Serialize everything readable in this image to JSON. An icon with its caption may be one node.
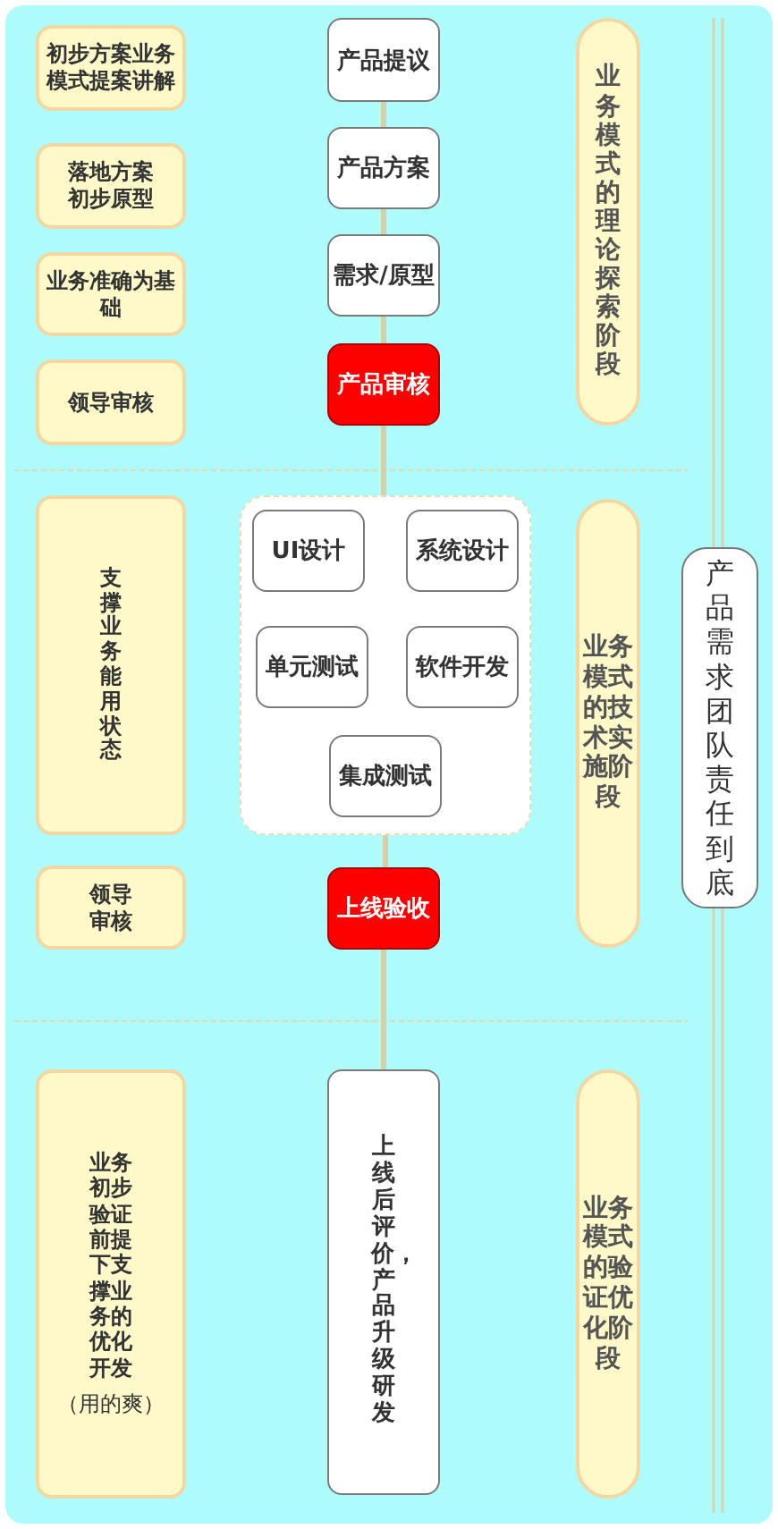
{
  "diagram": {
    "nodes": [
      {
        "text": [
          "初步方案业务模式提案讲解"
        ]
      },
      {
        "text": [
          "产品提议"
        ]
      },
      {
        "text": [
          "业务模式的理论探索阶段"
        ]
      },
      {
        "text": [
          "落地方案初步原型"
        ]
      },
      {
        "text": [
          "产品方案"
        ]
      },
      {
        "text": [
          "业务准确为基础"
        ]
      },
      {
        "text": [
          "需求/原型"
        ]
      },
      {
        "text": [
          "领导审核"
        ]
      },
      {
        "text": [
          "产品审核"
        ]
      },
      {
        "text": [
          "支撑业务能用状态"
        ]
      },
      {
        "text": [],
        "shape": "box"
      },
      {
        "text": [
          "UI设计"
        ],
        "in": 10
      },
      {
        "text": [
          "系统设计"
        ],
        "in": 10
      },
      {
        "text": [
          "单元测试"
        ],
        "in": 10
      },
      {
        "text": [
          "软件开发"
        ],
        "in": 10
      },
      {
        "text": [
          "集成测试"
        ],
        "in": 10
      },
      {
        "text": [
          "业务模式的技术实施阶段"
        ]
      },
      {
        "text": [
          "产品需求团队责任到底"
        ]
      },
      {
        "text": [
          "领导审核"
        ]
      },
      {
        "text": [
          "上线验收"
        ]
      },
      {
        "text": [
          "业务初步验证前提下支撑业务的优化开发",
          "（用的爽）"
        ]
      },
      {
        "text": [
          "上线后评价，产品升级研发"
        ]
      },
      {
        "text": [
          "业务模式的验证优化阶段"
        ]
      }
    ],
    "edges": [
      {
        "from": 1,
        "to": 4,
        "arrow": "none"
      },
      {
        "from": 4,
        "to": 6,
        "arrow": "none"
      },
      {
        "from": 6,
        "to": 8,
        "arrow": "none"
      },
      {
        "from": 8,
        "to": 10,
        "arrow": "none"
      },
      {
        "from": 10,
        "to": 19,
        "arrow": "none"
      },
      {
        "from": 19,
        "to": 21,
        "arrow": "none"
      }
    ]
  }
}
